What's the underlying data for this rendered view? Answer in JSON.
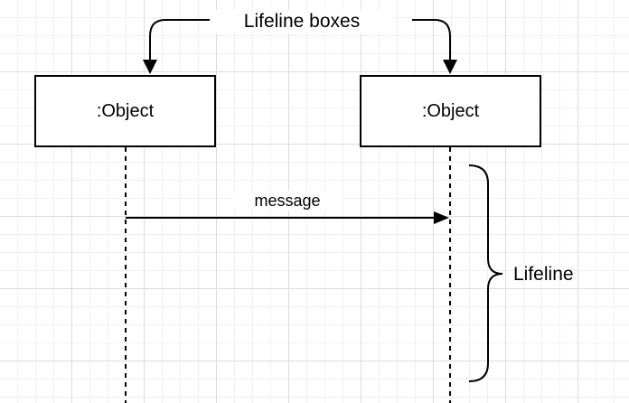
{
  "diagram": {
    "title_label": "Lifeline boxes",
    "objects": [
      {
        "label": ":Object"
      },
      {
        "label": ":Object"
      }
    ],
    "message_label": "message",
    "lifeline_label": "Lifeline"
  }
}
